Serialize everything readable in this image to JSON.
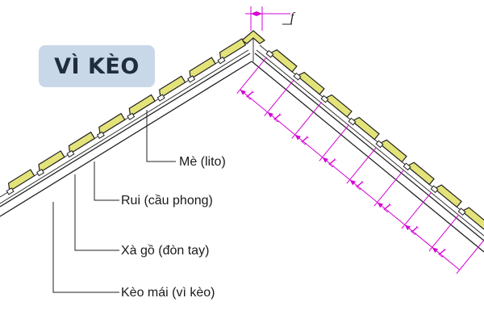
{
  "title": "VÌ KÈO",
  "labels": {
    "me": "Mè (lito)",
    "rui": "Rui (cầu phong)",
    "xago": "Xà gồ (đòn tay)",
    "keomai": "Kèo mái (vì kèo)"
  },
  "dimensions": {
    "spacing": "L",
    "offset": "f"
  },
  "colors": {
    "badge": "#c9d8e8",
    "dimension": "#d400d4",
    "tile_stroke": "#222222",
    "tile_highlight": "#e3e37a"
  }
}
